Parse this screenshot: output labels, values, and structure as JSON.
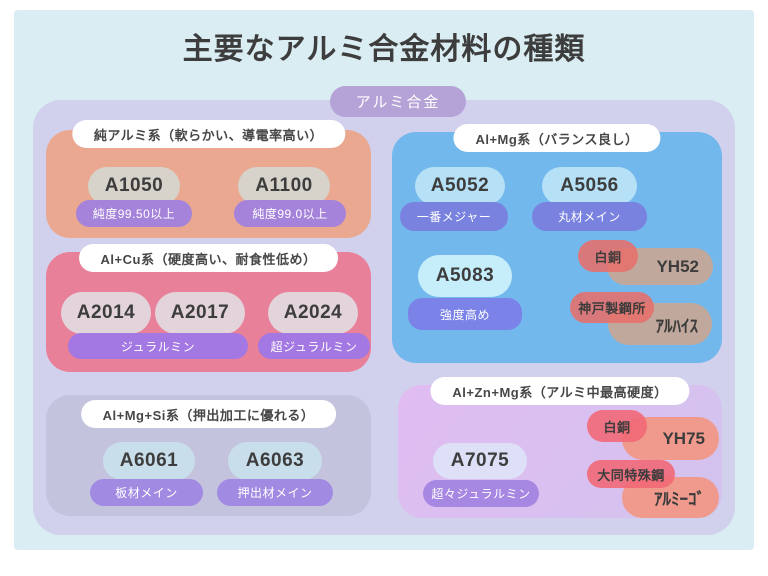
{
  "title": "主要なアルミ合金材料の種類",
  "root": {
    "label": "アルミ合金"
  },
  "colors": {
    "panel_bg": "#d9edf2",
    "container_bg": "#d1d0ed",
    "root_pill": "#b5a2d6",
    "pure_box": "#e9a88f",
    "cu_box": "#e8809a",
    "mg_box": "#73b8ec",
    "mgsi_box": "#c4c3de",
    "znmg_box": "#d9bdf0",
    "note_purple": "#a583da",
    "note_blue": "#7a82df",
    "maker_red": "#e6706b",
    "product_tan": "#c0a99c",
    "product_salmon": "#ef9a8c"
  },
  "sections": {
    "pure": {
      "header": "純アルミ系（軟らかい、導電率高い）",
      "items": [
        {
          "code": "A1050",
          "note": "純度99.50以上"
        },
        {
          "code": "A1100",
          "note": "純度99.0以上"
        }
      ]
    },
    "cu": {
      "header": "Al+Cu系（硬度高い、耐食性低め）",
      "codes": [
        "A2014",
        "A2017",
        "A2024"
      ],
      "notes": [
        "ジュラルミン",
        "超ジュラルミン"
      ]
    },
    "mg": {
      "header": "Al+Mg系（バランス良し）",
      "items": [
        {
          "code": "A5052",
          "note": "一番メジャー"
        },
        {
          "code": "A5056",
          "note": "丸材メイン"
        },
        {
          "code": "A5083",
          "note": "強度高め"
        }
      ],
      "brands": [
        {
          "maker": "白銅",
          "product": "YH52"
        },
        {
          "maker": "神戸製鋼所",
          "product": "ｱﾙﾊｲｽ"
        }
      ]
    },
    "mgsi": {
      "header": "Al+Mg+Si系（押出加工に優れる）",
      "items": [
        {
          "code": "A6061",
          "note": "板材メイン"
        },
        {
          "code": "A6063",
          "note": "押出材メイン"
        }
      ]
    },
    "znmg": {
      "header": "Al+Zn+Mg系（アルミ中最高硬度）",
      "items": [
        {
          "code": "A7075",
          "note": "超々ジュラルミン"
        }
      ],
      "brands": [
        {
          "maker": "白銅",
          "product": "YH75"
        },
        {
          "maker": "大同特殊鋼",
          "product": "ｱﾙﾐｰｺﾞ"
        }
      ]
    }
  }
}
